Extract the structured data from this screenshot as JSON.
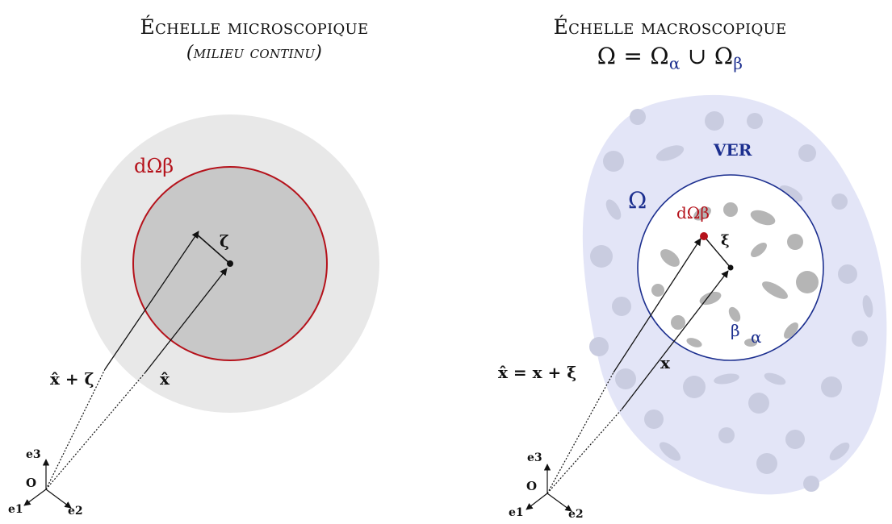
{
  "left": {
    "title": "Échelle microscopique",
    "subtitle": "(milieu continu)",
    "domain_label": "dΩβ",
    "zeta_label": "ζ",
    "vec_xz": "x̂ + ζ",
    "vec_x": "x̂"
  },
  "right": {
    "title": "Échelle macroscopique",
    "equation": "Ω = Ωα ∪ Ωβ",
    "ver_label": "VER",
    "omega_label": "Ω",
    "domain_label": "dΩβ",
    "xi_label": "ξ",
    "beta_label": "β",
    "alpha_label": "α",
    "vec_xhat": "x̂ = x + ξ",
    "vec_x": "x"
  },
  "axes": {
    "e1": "e1",
    "e2": "e2",
    "e3": "e3",
    "origin": "O"
  },
  "colors": {
    "red": "#b5121b",
    "blue": "#1c2f8f",
    "light_gray": "#e8e8e8",
    "mid_gray": "#c8c8c8",
    "lavender": "#e3e5f7"
  }
}
